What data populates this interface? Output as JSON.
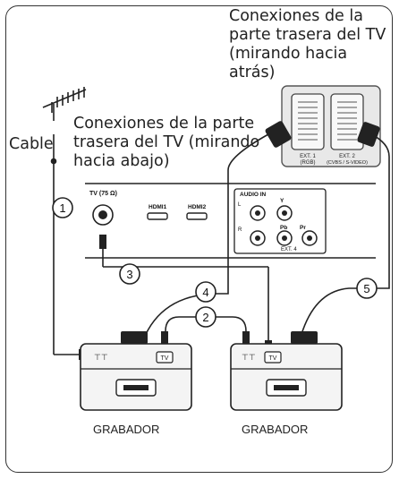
{
  "titles": {
    "back_view": "Conexiones de la parte trasera del TV (mirando hacia atrás)",
    "down_view": "Conexiones de la parte trasera del TV (mirando hacia abajo)",
    "cable": "Cable"
  },
  "scart": {
    "ext1_line1": "EXT. 1",
    "ext1_line2": "(RGB)",
    "ext2_line1": "EXT. 2",
    "ext2_line2": "(CVBS / S-VIDEO)"
  },
  "panel": {
    "tv_antenna": "TV (75 Ω)",
    "hdmi1": "HDMI1",
    "hdmi2": "HDMI2",
    "audio_in": "AUDIO IN",
    "audio_l": "L",
    "audio_r": "R",
    "y": "Y",
    "pb": "Pb",
    "pr": "Pr",
    "ext4": "EXT. 4"
  },
  "callouts": [
    "1",
    "2",
    "3",
    "4",
    "5"
  ],
  "recorders": {
    "left_label": "GRABADOR",
    "right_label": "GRABADOR",
    "tv_badge": "TV"
  }
}
